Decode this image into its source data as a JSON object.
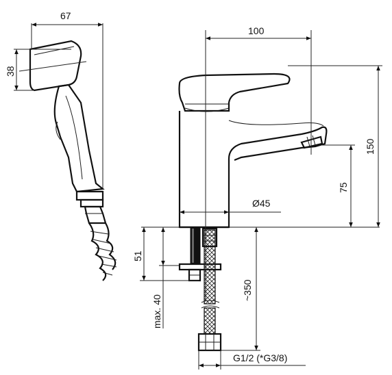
{
  "dimensions": {
    "hand_shower_width": "67",
    "hand_shower_height": "38",
    "spout_reach": "100",
    "total_height": "150",
    "spout_height": "75",
    "base_diameter": "Ø45",
    "below_deck": "51",
    "max_deck_thickness": "max. 40",
    "hose_length": "~350",
    "thread": "G1/2 (*G3/8)"
  }
}
